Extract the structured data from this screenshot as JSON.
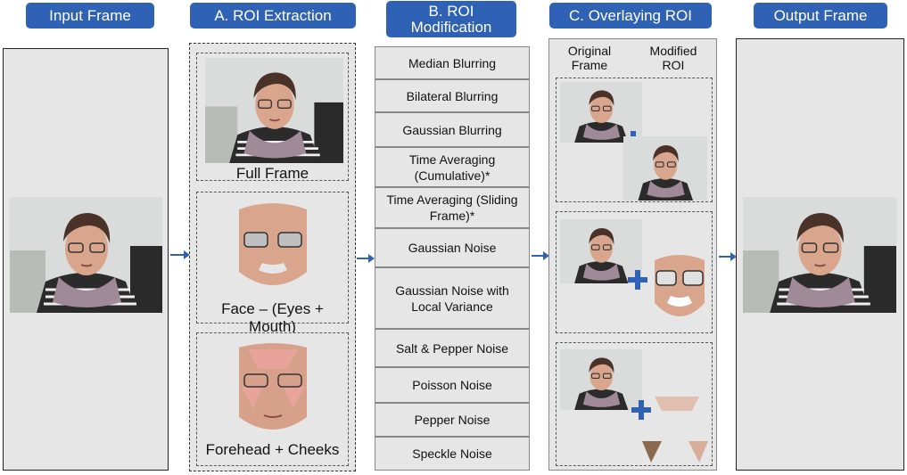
{
  "headers": {
    "input": "Input Frame",
    "roi_extraction": "A. ROI Extraction",
    "roi_modification": "B. ROI Modification",
    "overlaying": "C. Overlaying ROI",
    "output": "Output Frame"
  },
  "roi_extraction": {
    "full_frame": "Full Frame",
    "face": "Face – (Eyes + Mouth)",
    "forehead_cheeks": "Forehead + Cheeks"
  },
  "modifications": [
    "Median Blurring",
    "Bilateral Blurring",
    "Gaussian Blurring",
    "Time Averaging (Cumulative)*",
    "Time Averaging (Sliding Frame)*",
    "Gaussian Noise",
    "Gaussian Noise with Local Variance",
    "Salt & Pepper Noise",
    "Poisson Noise",
    "Pepper Noise",
    "Speckle Noise"
  ],
  "overlaying": {
    "original_frame_label": "Original Frame",
    "modified_roi_label": "Modified ROI"
  },
  "colors": {
    "header_blue": "#2f62b4",
    "panel_gray": "#e6e6e6",
    "arrow_blue": "#2f62b4"
  }
}
